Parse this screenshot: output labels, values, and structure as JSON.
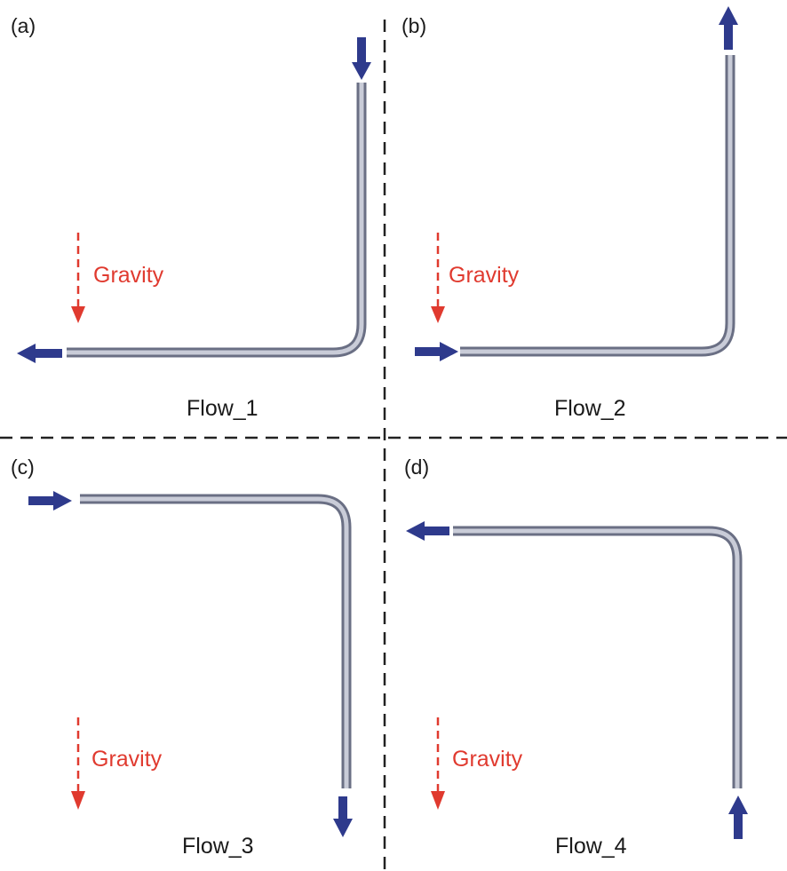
{
  "colors": {
    "flow_arrow": "#2e3a8c",
    "gravity": "#e03a2f",
    "pipe": "#a8adbd",
    "divider": "#222222"
  },
  "panels": [
    {
      "tag": "(a)",
      "flow_label": "Flow_1",
      "gravity_label": "Gravity",
      "inlet_icon": "arrow-down-icon",
      "outlet_icon": "arrow-left-icon"
    },
    {
      "tag": "(b)",
      "flow_label": "Flow_2",
      "gravity_label": "Gravity",
      "inlet_icon": "arrow-right-icon",
      "outlet_icon": "arrow-up-icon"
    },
    {
      "tag": "(c)",
      "flow_label": "Flow_3",
      "gravity_label": "Gravity",
      "inlet_icon": "arrow-right-icon",
      "outlet_icon": "arrow-down-icon"
    },
    {
      "tag": "(d)",
      "flow_label": "Flow_4",
      "gravity_label": "Gravity",
      "inlet_icon": "arrow-up-icon",
      "outlet_icon": "arrow-left-icon"
    }
  ]
}
